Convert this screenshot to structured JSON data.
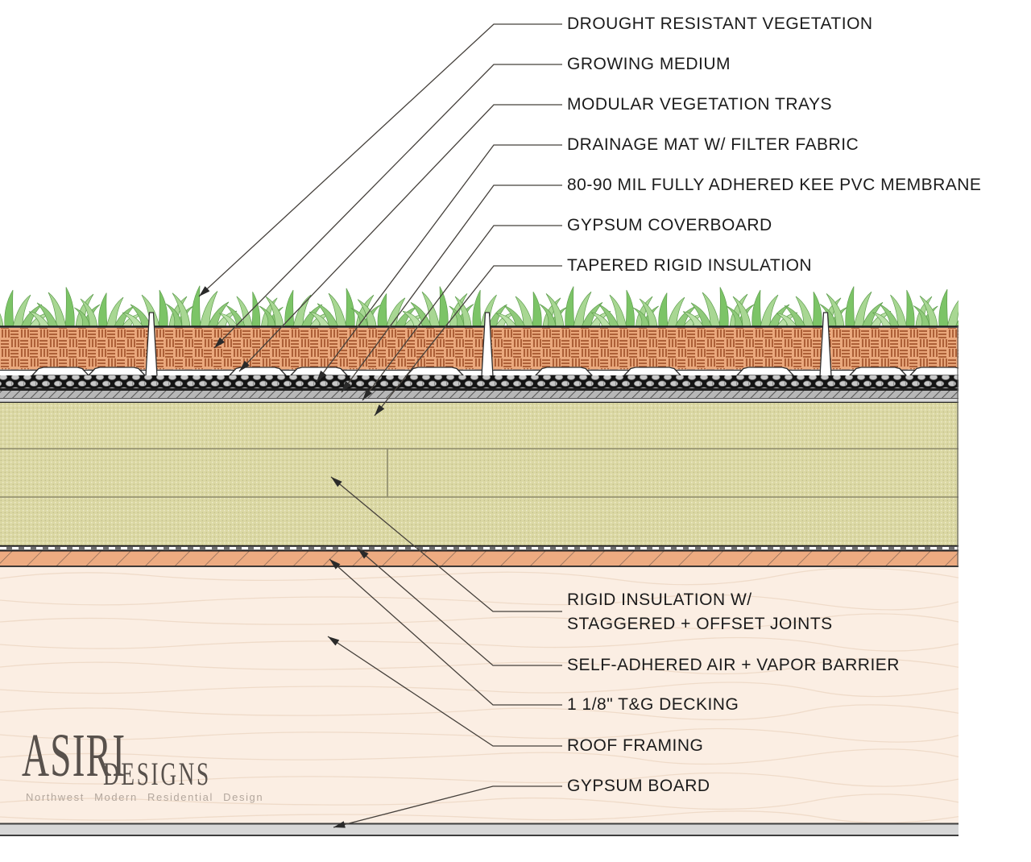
{
  "labels": [
    {
      "text": "DROUGHT RESISTANT VEGETATION"
    },
    {
      "text": "GROWING MEDIUM"
    },
    {
      "text": "MODULAR VEGETATION TRAYS"
    },
    {
      "text": "DRAINAGE MAT W/ FILTER FABRIC"
    },
    {
      "text": "80-90 MIL FULLY ADHERED KEE PVC MEMBRANE"
    },
    {
      "text": "GYPSUM COVERBOARD"
    },
    {
      "text": "TAPERED RIGID INSULATION"
    },
    {
      "text": "RIGID INSULATION W/\nSTAGGERED + OFFSET JOINTS"
    },
    {
      "text": "SELF-ADHERED AIR + VAPOR BARRIER"
    },
    {
      "text": "1 1/8\" T&G DECKING"
    },
    {
      "text": "ROOF FRAMING"
    },
    {
      "text": "GYPSUM BOARD"
    }
  ],
  "logo": {
    "name": "ASIRI",
    "suffix": "DESIGNS",
    "tagline": "Northwest Modern Residential Design"
  },
  "colors": {
    "label_text": "#1b1b1b",
    "leader_line": "#45403b",
    "vegetation_light": "#a8d793",
    "vegetation_dark": "#7cc467",
    "growing_medium": "#eba97e",
    "medium_hatch": "#ad6038",
    "tray_white": "#ffffff",
    "drainage_mat": "#141414",
    "drainage_pebble": "#c9c9c9",
    "membrane_gray": "#b7b7b7",
    "membrane_hatch": "#4a4a4a",
    "coverboard": "#d9d9d9",
    "insulation": "#dbd8a4",
    "insulation_stipple": "#c3c08d",
    "vapor_barrier": "#6f6f6f",
    "vapor_dash": "#ffffff",
    "decking": "#edab81",
    "decking_hatch": "#8a6a58",
    "roof_framing": "#fbeee3",
    "wood_grain": "#efdbc9",
    "gypsum_board": "#d7d7d7",
    "logo_text": "#58514c",
    "logo_tagline": "#b3a79d"
  }
}
